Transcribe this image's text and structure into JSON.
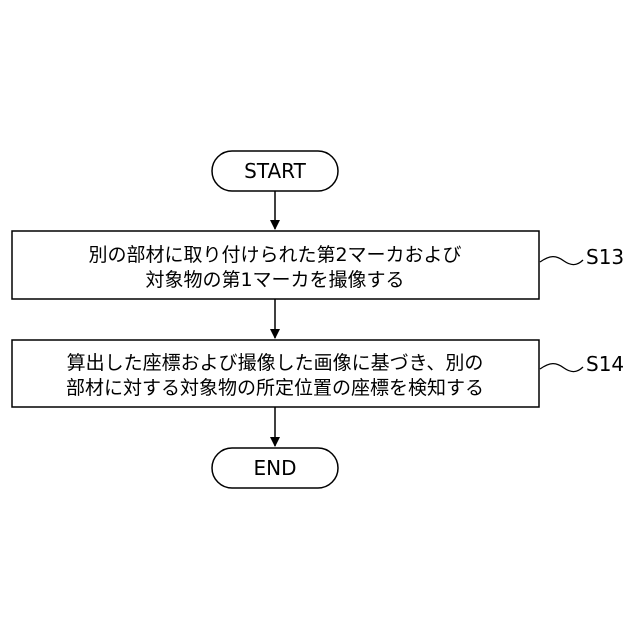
{
  "flowchart": {
    "start_label": "START",
    "end_label": "END",
    "steps": [
      {
        "id": "S13",
        "lines": [
          "別の部材に取り付けられた第2マーカおよび",
          "対象物の第1マーカを撮像する"
        ]
      },
      {
        "id": "S14",
        "lines": [
          "算出した座標および撮像した画像に基づき、別の",
          "部材に対する対象物の所定位置の座標を検知する"
        ]
      }
    ]
  },
  "colors": {
    "stroke": "#000000",
    "background": "#ffffff"
  }
}
